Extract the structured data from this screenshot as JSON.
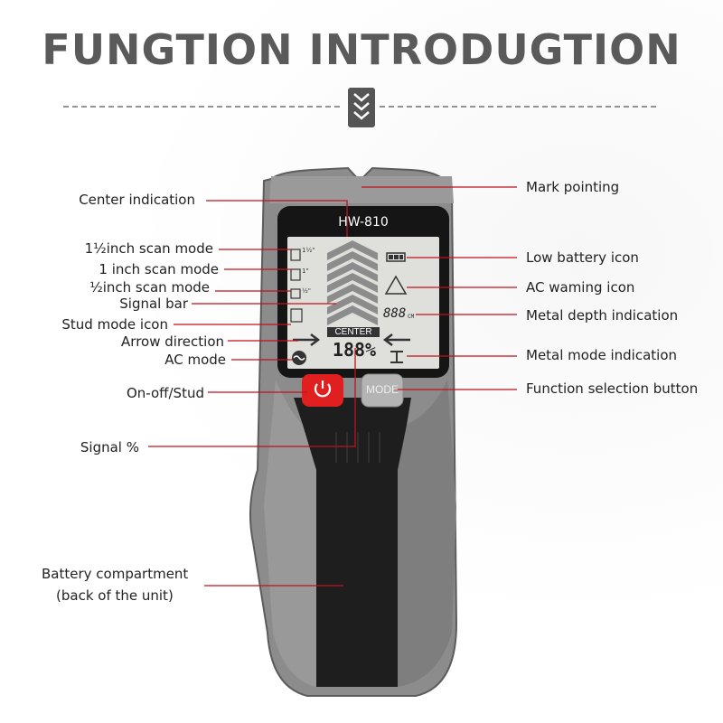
{
  "title": "FUNGTION INTRODUGTION",
  "device": {
    "model": "HW-810",
    "center_label": "CENTER",
    "signal_readout": "188%",
    "depth_readout": "888",
    "depth_unit": "CM",
    "mode_button": "MODE",
    "mode_fractions": [
      "1½\"",
      "1\"",
      "½\""
    ]
  },
  "labels_left": {
    "center_indication": "Center indication",
    "scan_1_5": "1½inch scan mode",
    "scan_1": "1 inch scan mode",
    "scan_0_5": "½inch scan mode",
    "signal_bar": "Signal bar",
    "stud_mode": "Stud mode icon",
    "arrow_direction": "Arrow direction",
    "ac_mode": "AC mode",
    "onoff": "On-off/Stud",
    "signal_pct": "Signal %",
    "battery_1": "Battery compartment",
    "battery_2": "(back of the unit)"
  },
  "labels_right": {
    "mark_pointing": "Mark pointing",
    "low_battery": "Low battery icon",
    "ac_warning": "AC waming icon",
    "metal_depth": "Metal depth indication",
    "metal_mode": "Metal mode indication",
    "function_button": "Function selection button"
  },
  "colors": {
    "title": "#5a5a5a",
    "leader": "#c0121c",
    "body_grey": "#8a8a8a",
    "grip_black": "#1e1e1e",
    "power_red": "#e02020",
    "lcd": "#dfe0dc"
  }
}
